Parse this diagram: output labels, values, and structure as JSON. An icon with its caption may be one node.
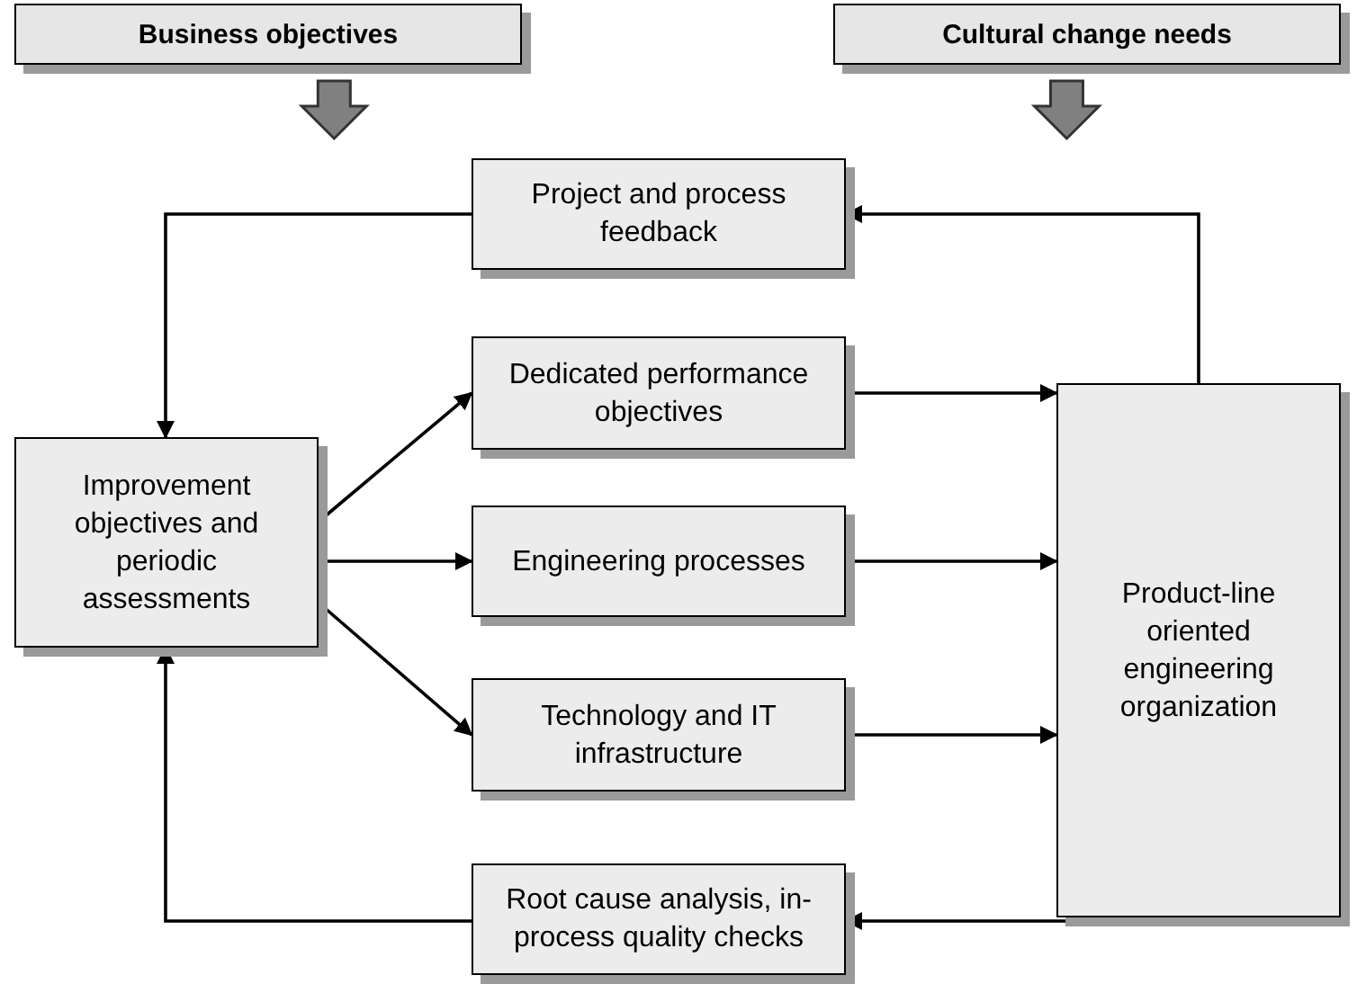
{
  "diagram": {
    "nodes": [
      {
        "text": [
          "Business objectives"
        ]
      },
      {
        "text": [
          "Cultural change needs"
        ]
      },
      {
        "text": [
          "Project and process feedback"
        ]
      },
      {
        "text": [
          "Improvement objectives and periodic assessments"
        ]
      },
      {
        "text": [
          "Dedicated performance objectives"
        ]
      },
      {
        "text": [
          "Engineering processes"
        ]
      },
      {
        "text": [
          "Technology and IT infrastructure"
        ]
      },
      {
        "text": [
          "Product-line oriented engineering organization"
        ]
      },
      {
        "text": [
          "Root cause analysis, in-process quality checks"
        ]
      }
    ],
    "edges": [
      {
        "from": 0,
        "to": null,
        "arrow": "to",
        "style": "thick",
        "color": "#808080"
      },
      {
        "from": 1,
        "to": null,
        "arrow": "to",
        "style": "thick",
        "color": "#808080"
      },
      {
        "from": 7,
        "to": 2,
        "arrow": "to"
      },
      {
        "from": 2,
        "to": 3,
        "arrow": "to"
      },
      {
        "from": 3,
        "to": 4,
        "arrow": "to"
      },
      {
        "from": 3,
        "to": 5,
        "arrow": "to"
      },
      {
        "from": 3,
        "to": 6,
        "arrow": "to"
      },
      {
        "from": 4,
        "to": 7,
        "arrow": "to"
      },
      {
        "from": 5,
        "to": 7,
        "arrow": "to"
      },
      {
        "from": 6,
        "to": 7,
        "arrow": "to"
      },
      {
        "from": 7,
        "to": 8,
        "arrow": "to"
      },
      {
        "from": 8,
        "to": 3,
        "arrow": "to"
      }
    ]
  }
}
